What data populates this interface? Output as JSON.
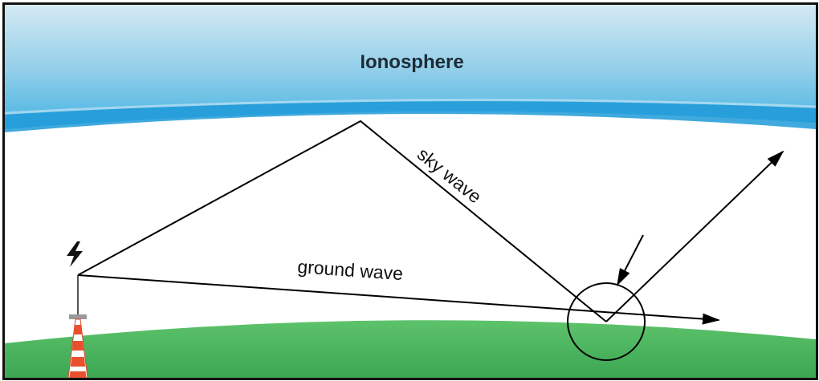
{
  "labels": {
    "ionosphere": "Ionosphere",
    "sky_wave": "sky wave",
    "ground_wave": "ground wave"
  },
  "colors": {
    "sky_top": "#d4eaf3",
    "sky_bottom": "#45b3e3",
    "ionosphere_edge": "#1f9ad8",
    "ground_top": "#5dc36b",
    "ground_bottom": "#3ca653",
    "line": "#000000",
    "tower_red": "#e8502e"
  },
  "icons": {
    "lightning": "lightning-bolt-icon",
    "tower": "antenna-tower-icon"
  }
}
